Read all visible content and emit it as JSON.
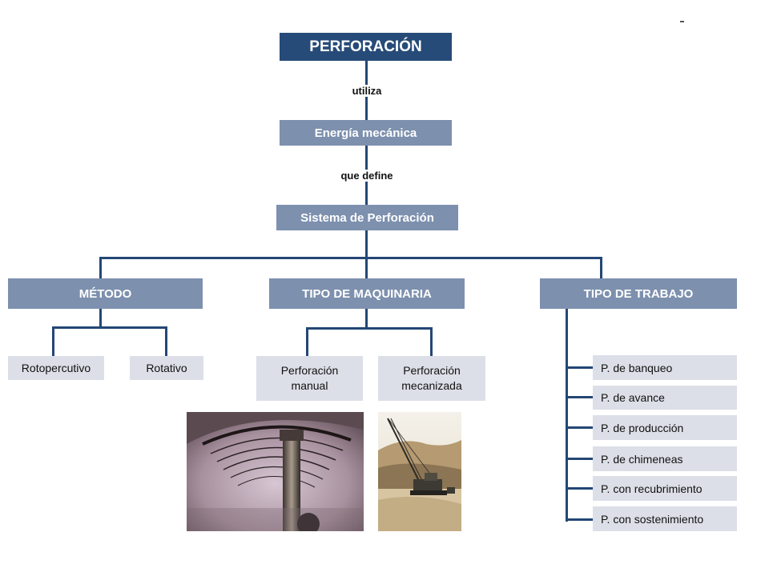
{
  "title": "PERFORACIÓN",
  "connector_1": "utiliza",
  "energy": "Energía mecánica",
  "connector_2": "que define",
  "system": "Sistema de Perforación",
  "categories": {
    "metodo": {
      "label": "MÉTODO",
      "items": [
        "Rotopercutivo",
        "Rotativo"
      ]
    },
    "maquinaria": {
      "label": "TIPO DE MAQUINARIA",
      "items": [
        "Perforación manual",
        "Perforación mecanizada"
      ]
    },
    "trabajo": {
      "label": "TIPO DE TRABAJO",
      "items": [
        "P. de banqueo",
        "P. de avance",
        "P. de producción",
        "P. de chimeneas",
        "P. con recubrimiento",
        "P. con sostenimiento"
      ]
    }
  },
  "colors": {
    "dark_box": "#274b78",
    "mid_box": "#7d90ae",
    "light_box": "#dcdfe7",
    "line": "#244775"
  }
}
